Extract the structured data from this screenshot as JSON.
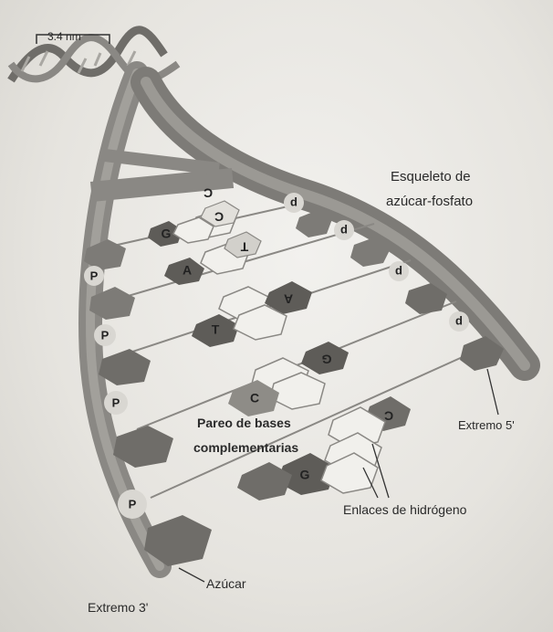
{
  "labels": {
    "scale": "3.4 nm",
    "backbone_line1": "Esqueleto de",
    "backbone_line2": "azúcar-fosfato",
    "pairing_line1": "Pareo de bases",
    "pairing_line2": "complementarias",
    "end5": "Extremo 5'",
    "end3": "Extremo 3'",
    "hbonds": "Enlaces de hidrógeno",
    "sugar": "Azúcar"
  },
  "phosphates": {
    "left": [
      "P",
      "P",
      "P",
      "P"
    ],
    "right": [
      "d",
      "d",
      "d",
      "d"
    ]
  },
  "bases": {
    "g1": "G",
    "c1": "C",
    "a1": "A",
    "t1": "T",
    "a2": "A",
    "t2": "T",
    "g2": "G",
    "c2": "C",
    "c3": "C",
    "g3": "G",
    "c4": "C"
  },
  "colors": {
    "backbone": "#8a8884",
    "backbone_dark": "#6f6d69",
    "sugar": "#7d7b77",
    "base_dark": "#5e5c58",
    "base_light": "#f1f0ec",
    "phosphate": "#d9d7d2",
    "text": "#2a2a2a"
  }
}
